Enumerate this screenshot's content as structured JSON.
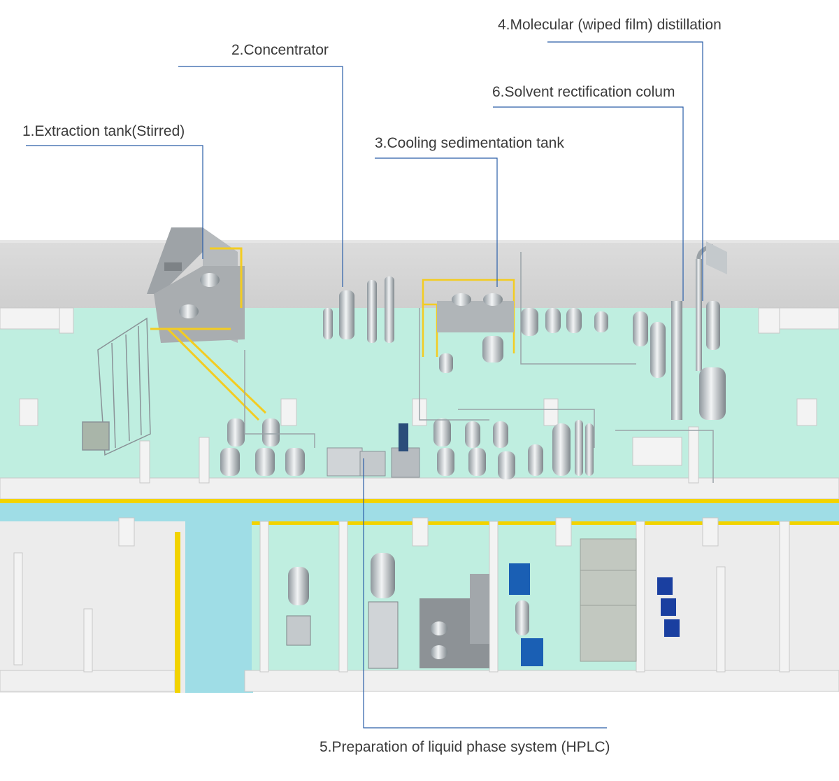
{
  "callouts": [
    {
      "id": "extraction_tank",
      "text": "1.Extraction tank(Stirred)"
    },
    {
      "id": "concentrator",
      "text": "2.Concentrator"
    },
    {
      "id": "cooling_tank",
      "text": "3.Cooling sedimentation tank"
    },
    {
      "id": "molecular_distillation",
      "text": "4.Molecular (wiped film) distillation"
    },
    {
      "id": "hplc",
      "text": "5.Preparation of liquid phase system (HPLC)"
    },
    {
      "id": "rectification_column",
      "text": "6.Solvent rectification colum"
    }
  ],
  "colors": {
    "floor": "#bfeee0",
    "corridor": "#9fdde6",
    "back_wall": "#d3d3d3",
    "wall": "#f0f0f0",
    "wall_shadow": "#c8c8c8",
    "yellow_line": "#f2d300",
    "leader_line": "#2a5ea8",
    "steel": "#c9cfd3",
    "blue_equipment": "#1a5fb4",
    "platform": "#f3cc22"
  }
}
